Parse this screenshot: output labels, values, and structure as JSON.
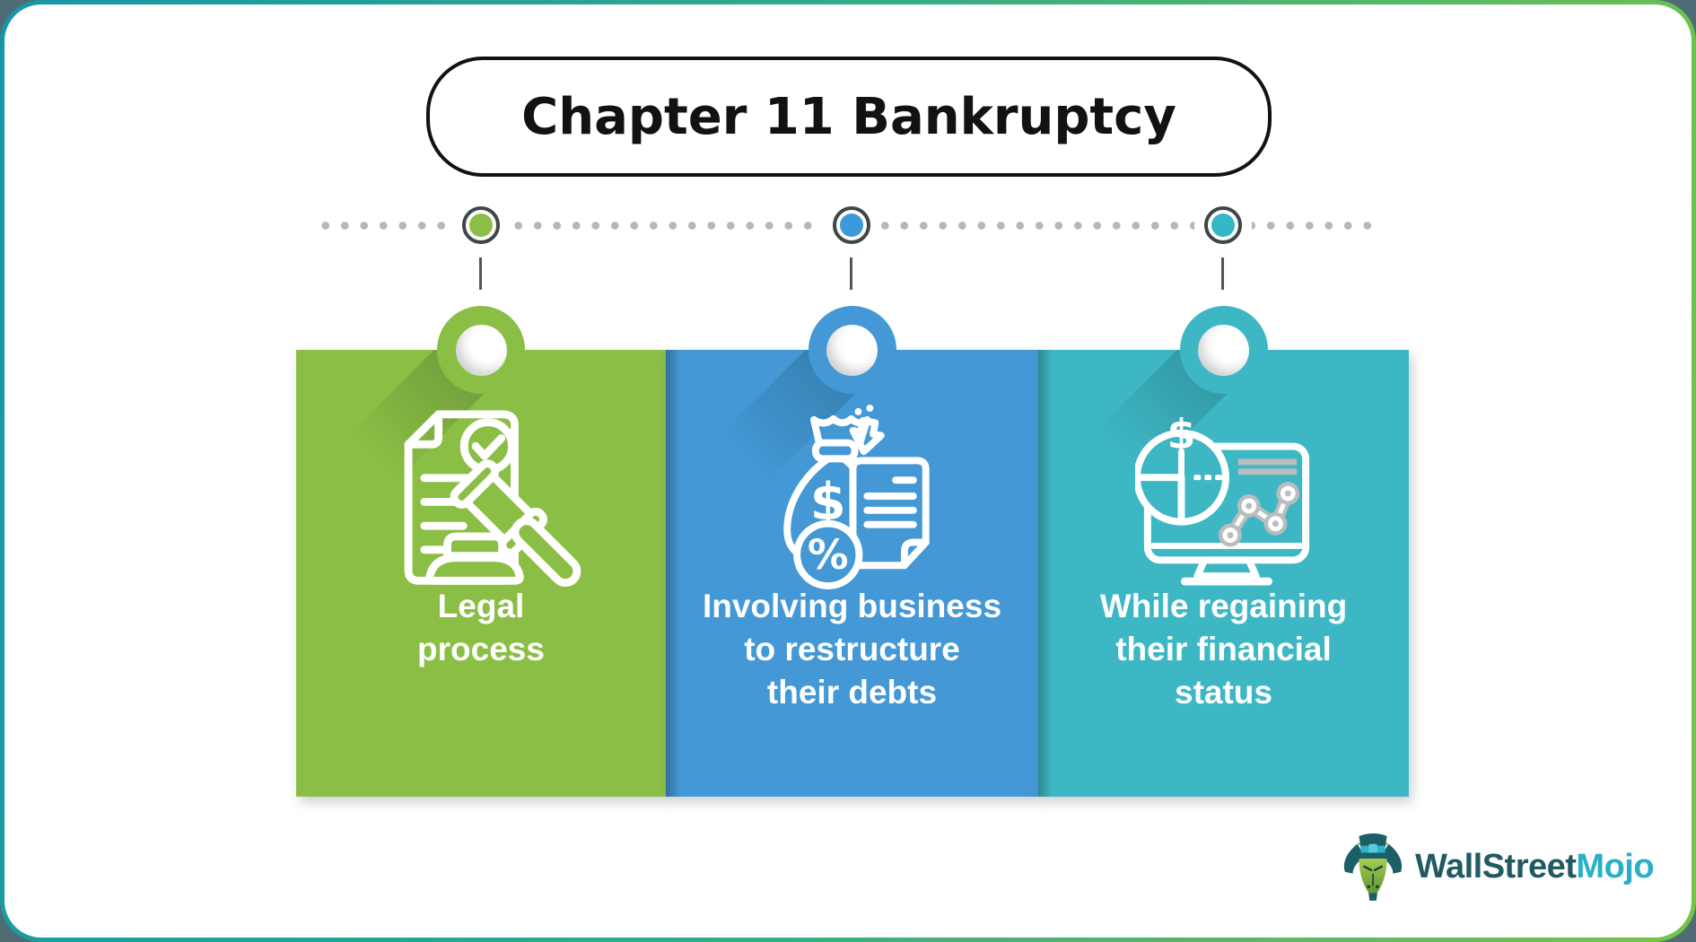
{
  "frame": {
    "outer_background": "#4f6b73",
    "border_gradient_left": "#1697a8",
    "border_gradient_right": "#74c548",
    "background": "#ffffff"
  },
  "title": {
    "text": "Chapter 11 Bankruptcy",
    "text_color": "#121212",
    "pill_border_color": "#121212"
  },
  "timeline": {
    "dot_color": "#b5b8b8",
    "marker_ring_color": "#3e4748",
    "connector_color": "#4e5859",
    "marker_colors": [
      "#8bbe45",
      "#3d9ad8",
      "#35b7c8"
    ]
  },
  "cards": [
    {
      "icon": "document-gavel-icon",
      "color": "#8bbe45",
      "label_lines": [
        "Legal",
        "process"
      ]
    },
    {
      "icon": "money-bag-discount-icon",
      "color": "#4398d5",
      "label_lines": [
        "Involving business",
        "to restructure",
        "their debts"
      ]
    },
    {
      "icon": "financial-dashboard-icon",
      "color": "#3eb7c5",
      "label_lines": [
        "While regaining",
        "their financial",
        "status"
      ]
    }
  ],
  "symbols": {
    "dollar": "$",
    "percent": "%"
  },
  "logo": {
    "brand_part1": "WallStreet",
    "brand_part2": "Mojo",
    "part1_color": "#215a61",
    "part2_color": "#2aafc9"
  }
}
